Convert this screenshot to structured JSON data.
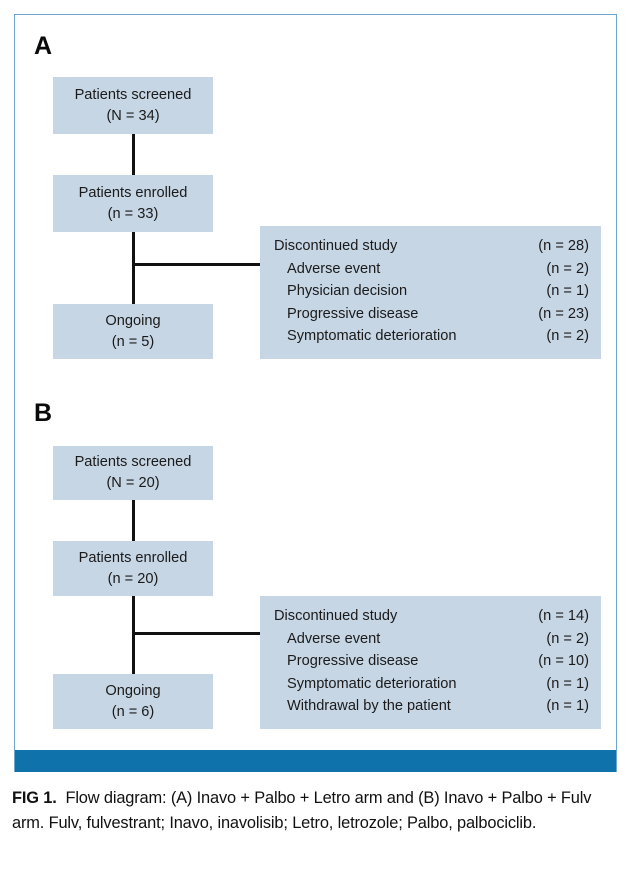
{
  "figure": {
    "caption_label": "FIG 1.",
    "caption_text": "Flow diagram: (A) Inavo + Palbo + Letro arm and (B) Inavo + Palbo + Fulv arm. Fulv, fulvestrant; Inavo, inavolisib; Letro, letrozole; Palbo, palbociclib.",
    "frame_border_color": "#6ea6cf",
    "accent_bar_color": "#1072ab",
    "box_fill_color": "#c7d6e5",
    "connector_color": "#111111"
  },
  "panels": [
    {
      "letter": "A",
      "boxes": {
        "screened": {
          "line1": "Patients screened",
          "line2": "(N = 34)"
        },
        "enrolled": {
          "line1": "Patients enrolled",
          "line2": "(n = 33)"
        },
        "ongoing": {
          "line1": "Ongoing",
          "line2": "(n = 5)"
        }
      },
      "discontinued": {
        "title": {
          "label": "Discontinued study",
          "count": "(n = 28)"
        },
        "reasons": [
          {
            "label": "Adverse event",
            "count": "(n = 2)"
          },
          {
            "label": "Physician decision",
            "count": "(n = 1)"
          },
          {
            "label": "Progressive disease",
            "count": "(n = 23)"
          },
          {
            "label": "Symptomatic deterioration",
            "count": "(n = 2)"
          }
        ]
      }
    },
    {
      "letter": "B",
      "boxes": {
        "screened": {
          "line1": "Patients screened",
          "line2": "(N = 20)"
        },
        "enrolled": {
          "line1": "Patients enrolled",
          "line2": "(n = 20)"
        },
        "ongoing": {
          "line1": "Ongoing",
          "line2": "(n = 6)"
        }
      },
      "discontinued": {
        "title": {
          "label": "Discontinued study",
          "count": "(n = 14)"
        },
        "reasons": [
          {
            "label": "Adverse event",
            "count": "(n = 2)"
          },
          {
            "label": "Progressive disease",
            "count": "(n = 10)"
          },
          {
            "label": "Symptomatic deterioration",
            "count": "(n = 1)"
          },
          {
            "label": "Withdrawal by the patient",
            "count": "(n = 1)"
          }
        ]
      }
    }
  ]
}
